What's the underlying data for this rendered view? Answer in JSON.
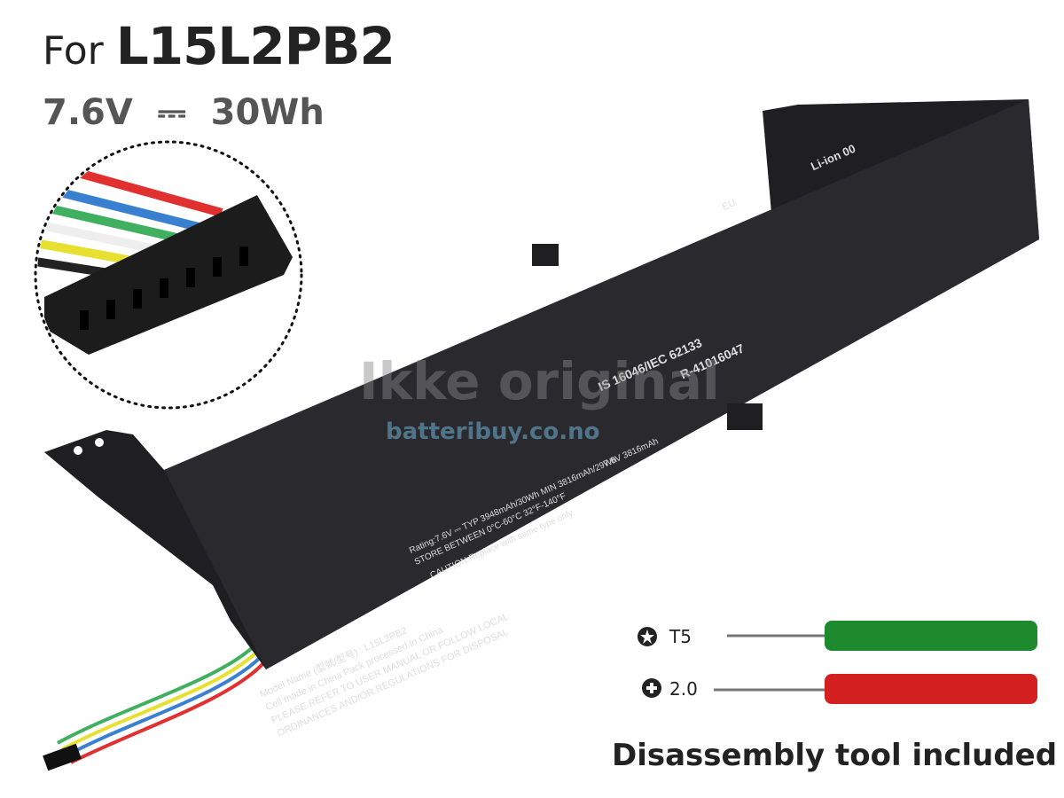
{
  "header": {
    "prefix": "For",
    "model": "L15L2PB2"
  },
  "spec": {
    "voltage": "7.6V",
    "dc_symbol": "⎓",
    "energy": "30Wh"
  },
  "battery_label": {
    "model_line": "Model Name (型號/型号) : L15L2PB2",
    "origin_line": "Cell made in China  Pack processed in China",
    "manual_line": "PLEASE REFER TO USER MANUAL OR FOLLOW LOCAL",
    "ordinances_line": "ORDINANCES AND/OR REGULATIONS FOR DISPOSAL",
    "rating_line": "Rating:7.6V ⎓ TYP 3948mAh/30Wh MIN 3816mAh/29Wh",
    "store_line": "STORE BETWEEN 0°C-60°C 32°F-140°F",
    "caution_line": "CAUTION:Replace with same type only.",
    "ps_line": "7.6V   3816mAh",
    "iec_line": "IS 16046/IEC 62133",
    "r_number": "R-41016047",
    "liion": "Li-ion 00",
    "eu": "EU"
  },
  "watermark": {
    "main": "Ikke original",
    "site": "batteribuy.co.no"
  },
  "tools": [
    {
      "icon": "torx-icon",
      "label": "T5",
      "color": "#1e8a2e"
    },
    {
      "icon": "phillips-icon",
      "label": "2.0",
      "color": "#d42020"
    }
  ],
  "tools_caption": "Disassembly tool included"
}
